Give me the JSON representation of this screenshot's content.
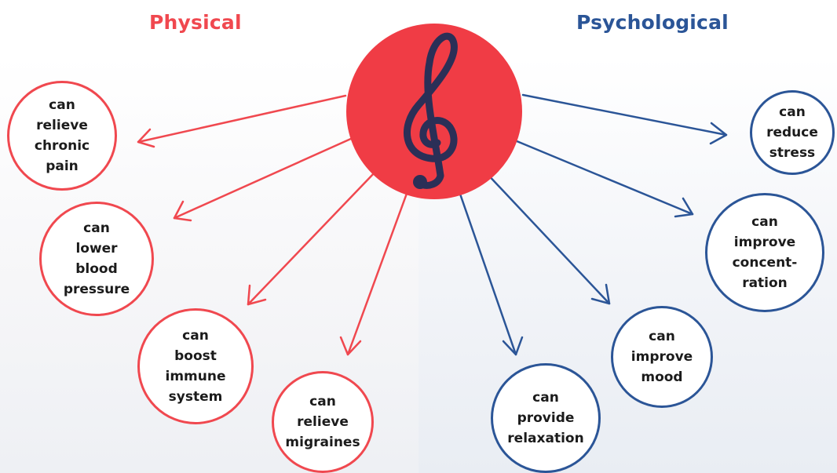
{
  "headings": {
    "physical": "Physical",
    "psychological": "Psychological"
  },
  "colors": {
    "physical": "#f0484f",
    "psychological": "#2b5597",
    "hub": "#f03c45",
    "clef": "#2b2f57"
  },
  "hub": {
    "icon": "treble-clef-icon"
  },
  "physical": [
    {
      "id": "chronic-pain",
      "label": "can\nrelieve\nchronic\npain"
    },
    {
      "id": "blood-pressure",
      "label": "can\nlower\nblood\npressure"
    },
    {
      "id": "immune-system",
      "label": "can\nboost\nimmune\nsystem"
    },
    {
      "id": "migraines",
      "label": "can\nrelieve\nmigraines"
    }
  ],
  "psychological": [
    {
      "id": "stress",
      "label": "can\nreduce\nstress"
    },
    {
      "id": "concentration",
      "label": "can\nimprove\nconcent-\nration"
    },
    {
      "id": "mood",
      "label": "can\nimprove\nmood"
    },
    {
      "id": "relaxation",
      "label": "can\nprovide\nrelaxation"
    }
  ]
}
